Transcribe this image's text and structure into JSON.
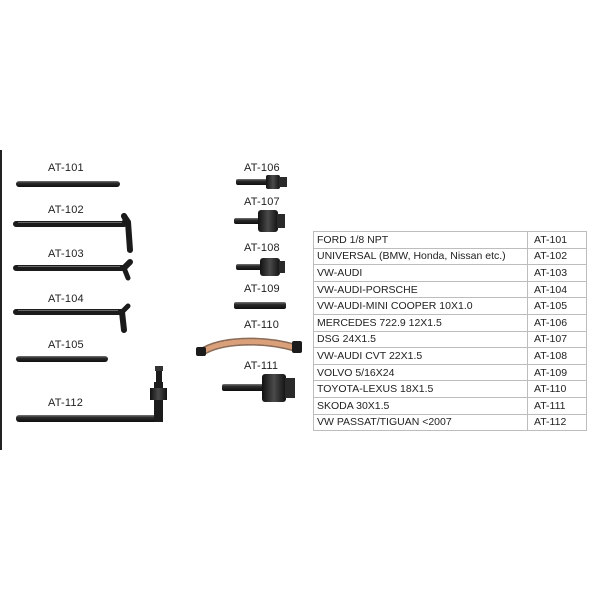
{
  "tools_left": [
    {
      "code": "AT-101",
      "icon": "straight-rod-icon"
    },
    {
      "code": "AT-102",
      "icon": "l-bent-rod-icon"
    },
    {
      "code": "AT-103",
      "icon": "hook-rod-icon"
    },
    {
      "code": "AT-104",
      "icon": "angled-rod-icon"
    },
    {
      "code": "AT-105",
      "icon": "short-rod-icon"
    },
    {
      "code": "AT-112",
      "icon": "t-handle-rod-icon"
    }
  ],
  "tools_right": [
    {
      "code": "AT-106",
      "icon": "small-adapter-icon"
    },
    {
      "code": "AT-107",
      "icon": "hex-adapter-icon"
    },
    {
      "code": "AT-108",
      "icon": "threaded-adapter-icon"
    },
    {
      "code": "AT-109",
      "icon": "plain-adapter-icon"
    },
    {
      "code": "AT-110",
      "icon": "flexible-hose-icon"
    },
    {
      "code": "AT-111",
      "icon": "large-adapter-icon"
    }
  ],
  "parts_table": [
    {
      "description": "FORD 1/8 NPT",
      "code": "AT-101"
    },
    {
      "description": "UNIVERSAL (BMW, Honda, Nissan etc.)",
      "code": "AT-102"
    },
    {
      "description": "VW-AUDI",
      "code": "AT-103"
    },
    {
      "description": "VW-AUDI-PORSCHE",
      "code": "AT-104"
    },
    {
      "description": "VW-AUDI-MINI COOPER 10X1.0",
      "code": "AT-105"
    },
    {
      "description": "MERCEDES 722.9 12X1.5",
      "code": "AT-106"
    },
    {
      "description": "DSG 24X1.5",
      "code": "AT-107"
    },
    {
      "description": "VW-AUDI CVT 22X1.5",
      "code": "AT-108"
    },
    {
      "description": "VOLVO 5/16X24",
      "code": "AT-109"
    },
    {
      "description": "TOYOTA-LEXUS 18X1.5",
      "code": "AT-110"
    },
    {
      "description": "SKODA 30X1.5",
      "code": "AT-111"
    },
    {
      "description": "VW PASSAT/TIGUAN <2007",
      "code": "AT-112"
    }
  ],
  "colors": {
    "metal": "#1b1b1b",
    "highlight": "#6a6a6a",
    "border": "#bdbdbd",
    "hose": "#d9a07a"
  }
}
